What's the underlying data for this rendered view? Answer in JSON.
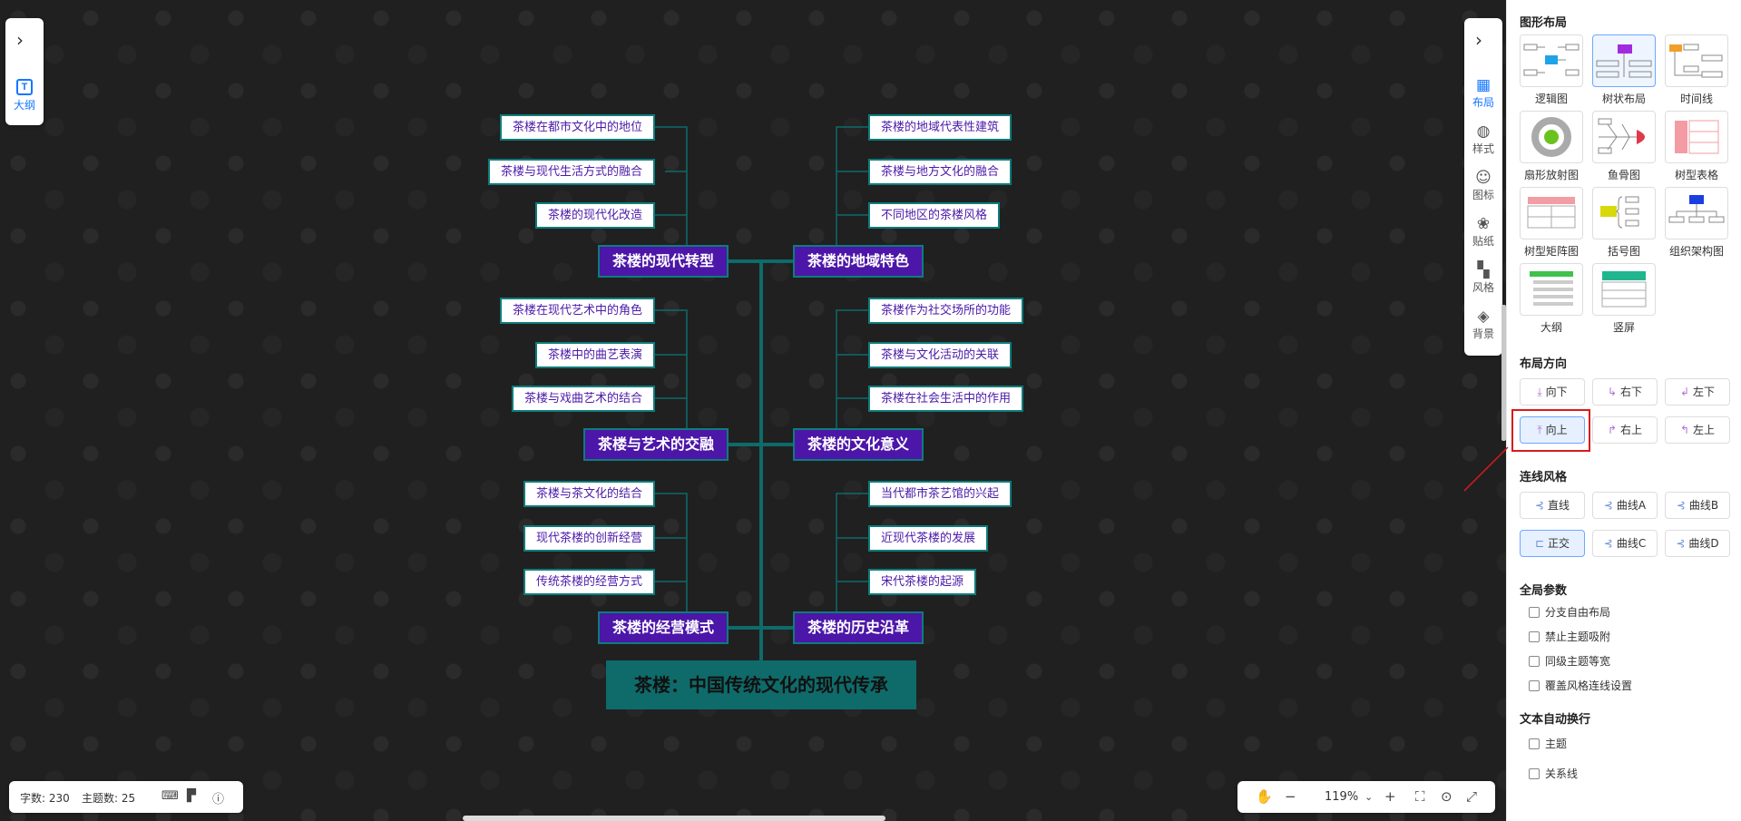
{
  "left_panel": {
    "label": "大纲"
  },
  "right_strip": {
    "items": [
      {
        "label": "布局",
        "icon": "layout-icon",
        "glyph": "▦"
      },
      {
        "label": "样式",
        "icon": "palette-icon",
        "glyph": "◍"
      },
      {
        "label": "图标",
        "icon": "smiley-icon",
        "glyph": "☺"
      },
      {
        "label": "贴纸",
        "icon": "sticker-icon",
        "glyph": "❀"
      },
      {
        "label": "风格",
        "icon": "grid-style-icon",
        "glyph": "▚"
      },
      {
        "label": "背景",
        "icon": "layers-icon",
        "glyph": "◈"
      }
    ]
  },
  "mindmap": {
    "root": "茶楼：中国传统文化的现代传承",
    "topics": [
      {
        "title": "茶楼的现代转型",
        "children": [
          "茶楼在都市文化中的地位",
          "茶楼与现代生活方式的融合",
          "茶楼的现代化改造"
        ]
      },
      {
        "title": "茶楼的地域特色",
        "children": [
          "茶楼的地域代表性建筑",
          "茶楼与地方文化的融合",
          "不同地区的茶楼风格"
        ]
      },
      {
        "title": "茶楼与艺术的交融",
        "children": [
          "茶楼在现代艺术中的角色",
          "茶楼中的曲艺表演",
          "茶楼与戏曲艺术的结合"
        ]
      },
      {
        "title": "茶楼的文化意义",
        "children": [
          "茶楼作为社交场所的功能",
          "茶楼与文化活动的关联",
          "茶楼在社会生活中的作用"
        ]
      },
      {
        "title": "茶楼的经营模式",
        "children": [
          "茶楼与茶文化的结合",
          "现代茶楼的创新经营",
          "传统茶楼的经营方式"
        ]
      },
      {
        "title": "茶楼的历史沿革",
        "children": [
          "当代都市茶艺馆的兴起",
          "近现代茶楼的发展",
          "宋代茶楼的起源"
        ]
      }
    ]
  },
  "status": {
    "word_count": "字数: 230",
    "topic_count": "主题数: 25"
  },
  "zoom": {
    "value": "119%"
  },
  "sidebar": {
    "layout_title": "图形布局",
    "layouts": [
      "逻辑图",
      "树状布局",
      "时间线",
      "扇形放射图",
      "鱼骨图",
      "树型表格",
      "树型矩阵图",
      "括号图",
      "组织架构图",
      "大纲",
      "竖屏"
    ],
    "active_layout": "树状布局",
    "direction_title": "布局方向",
    "directions": [
      "向下",
      "右下",
      "左下",
      "向上",
      "右上",
      "左上"
    ],
    "active_direction": "向上",
    "line_title": "连线风格",
    "line_styles": [
      "直线",
      "曲线A",
      "曲线B",
      "正交",
      "曲线C",
      "曲线D"
    ],
    "active_line": "正交",
    "global_title": "全局参数",
    "global_options": [
      "分支自由布局",
      "禁止主题吸附",
      "同级主题等宽",
      "覆盖风格连线设置"
    ],
    "wrap_title": "文本自动换行",
    "wrap_options": [
      "主题",
      "关系线"
    ]
  }
}
